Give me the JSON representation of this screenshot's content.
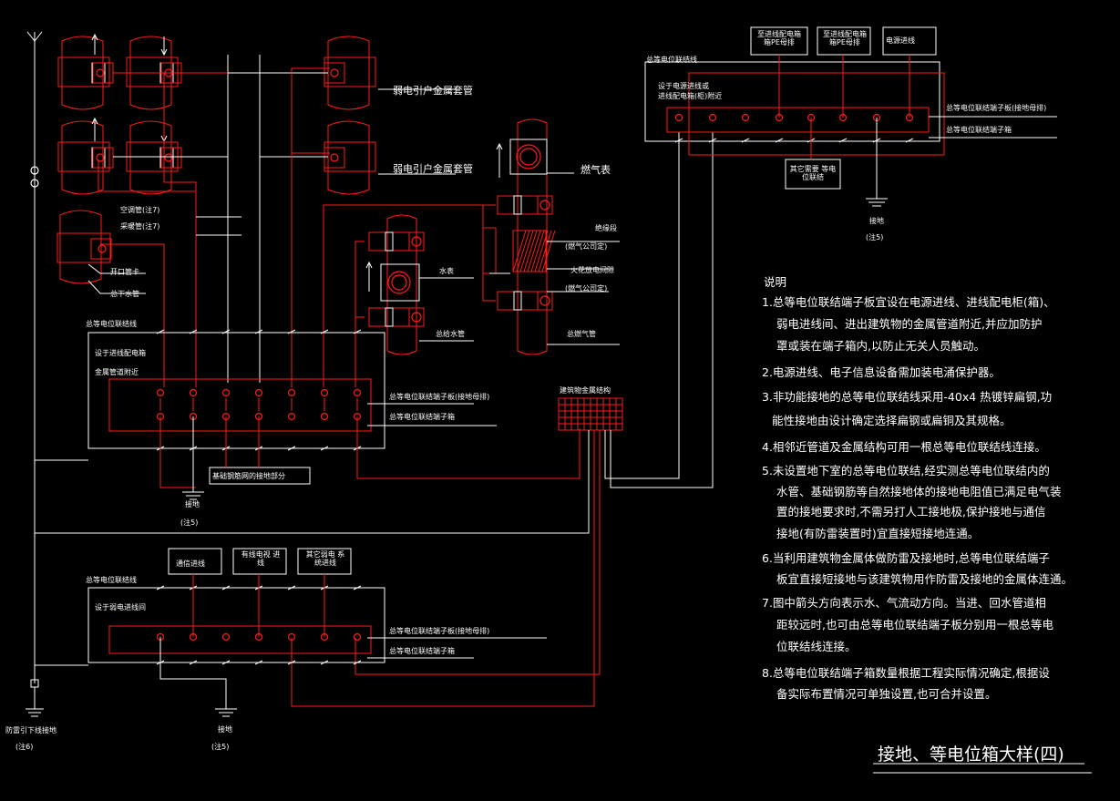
{
  "labels": {
    "weak_electric_pipe_1": "弱电引户金属套管",
    "weak_electric_pipe_2": "弱电引户金属套管",
    "ac_water": "空调管(注7)",
    "heating_water": "采暖管(注7)",
    "meter_clamp": "开口管卡",
    "main_water": "总下水管",
    "gas_meter": "燃气表",
    "insulation_section": "绝缘段",
    "gas_company_a": "(燃气公司定)",
    "spark_gap": "火花放电间隙",
    "gas_company_b": "(燃气公司定)",
    "main_gas": "总燃气管",
    "water_meter": "水表",
    "main_supply_water": "总给水管",
    "building_metal": "建筑物金属结构",
    "ground_left": "接地",
    "ground_left_note": "(注5)",
    "ground_mid": "接地",
    "ground_mid_note": "(注5)",
    "ground_right": "接地",
    "ground_right_note": "(注5)",
    "lightning_downlead": "防雷引下线接地",
    "lightning_note": "(注6)"
  },
  "box_main": {
    "bond_line": "总等电位联结线",
    "loc_line1": "设于进线配电箱",
    "loc_line2": "金属管道附近",
    "terminal_plate": "总等电位联结端子板(接地母排)",
    "terminal_box": "总等电位联结端子箱",
    "floor_label": "基础钢筋网的接地部分"
  },
  "box_bottom": {
    "bond_line": "总等电位联结线",
    "loc_line": "设于弱电进线间",
    "sources": [
      "通信进线",
      "有线电视 进线",
      "其它弱电 系统进线"
    ],
    "terminal_plate": "总等电位联结端子板(接地母排)",
    "terminal_box": "总等电位联结端子箱"
  },
  "box_top": {
    "bond_line": "总等电位联结线",
    "loc_line1": "设于电源进线或",
    "loc_line2": "进线配电箱(柜)附近",
    "sources": [
      "至进线配电箱 箱PE母排",
      "至进线配电箱 箱PE母排",
      "电源进线"
    ],
    "lower_source": "其它需要 等电位联结",
    "terminal_plate": "总等电位联结端子板(接地母排)",
    "terminal_box": "总等电位联结端子箱"
  },
  "notes": {
    "heading": "说明",
    "lines": [
      "1.总等电位联结端子板宜设在电源进线、进线配电柜(箱)、",
      "弱电进线间、进出建筑物的金属管道附近,并应加防护",
      "罩或装在端子箱内,以防止无关人员触动。",
      "2.电源进线、电子信息设备需加装电涌保护器。",
      "3.非功能接地的总等电位联结线采用-40x4 热镀锌扁钢,功",
      "能性接地由设计确定选择扁钢或扁铜及其规格。",
      "4.相邻近管道及金属结构可用一根总等电位联结线连接。",
      "5.未设置地下室的总等电位联结,经实测总等电位联结内的",
      "水管、基础钢筋等自然接地体的接地电阻值已满足电气装",
      "置的接地要求时,不需另打人工接地极,保护接地与通信",
      "接地(有防雷装置时)宜直接短接地连通。",
      "6.当利用建筑物金属体做防雷及接地时,总等电位联结端子",
      "板宜直接短接地与该建筑物用作防雷及接地的金属体连通。",
      "7.图中箭头方向表示水、气流动方向。当进、回水管道相",
      "距较远时,也可由总等电位联结端子板分别用一根总等电",
      "位联结线连接。",
      "8.总等电位联结端子箱数量根据工程实际情况确定,根据设",
      "备实际布置情况可单独设置,也可合并设置。"
    ]
  },
  "title": "接地、等电位箱大样(四)",
  "colors": {
    "background": "#000000",
    "red": "#ff1a1a",
    "white": "#ffffff"
  }
}
